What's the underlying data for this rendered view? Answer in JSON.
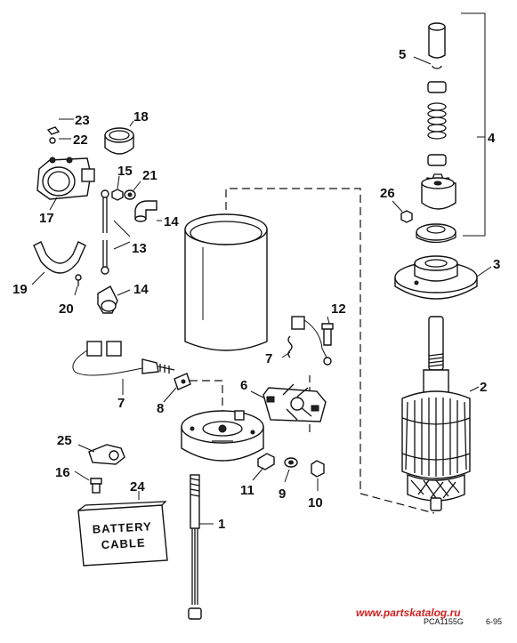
{
  "labels": {
    "p1": "1",
    "p2": "2",
    "p3": "3",
    "p4": "4",
    "p5": "5",
    "p6": "6",
    "p7a": "7",
    "p7b": "7",
    "p8": "8",
    "p9": "9",
    "p10": "10",
    "p11": "11",
    "p12": "12",
    "p13": "13",
    "p14a": "14",
    "p14b": "14",
    "p15": "15",
    "p16": "16",
    "p17": "17",
    "p18": "18",
    "p19": "19",
    "p20": "20",
    "p21": "21",
    "p22": "22",
    "p23": "23",
    "p24": "24",
    "p25": "25",
    "p26": "26"
  },
  "battery_cable": {
    "line1": "BATTERY",
    "line2": "CABLE"
  },
  "footer": {
    "code": "PCA1155G",
    "date": "6-95",
    "watermark": "www.partskatalog.ru"
  },
  "colors": {
    "ink": "#111111",
    "watermark": "#d21f1f",
    "background": "#ffffff"
  }
}
